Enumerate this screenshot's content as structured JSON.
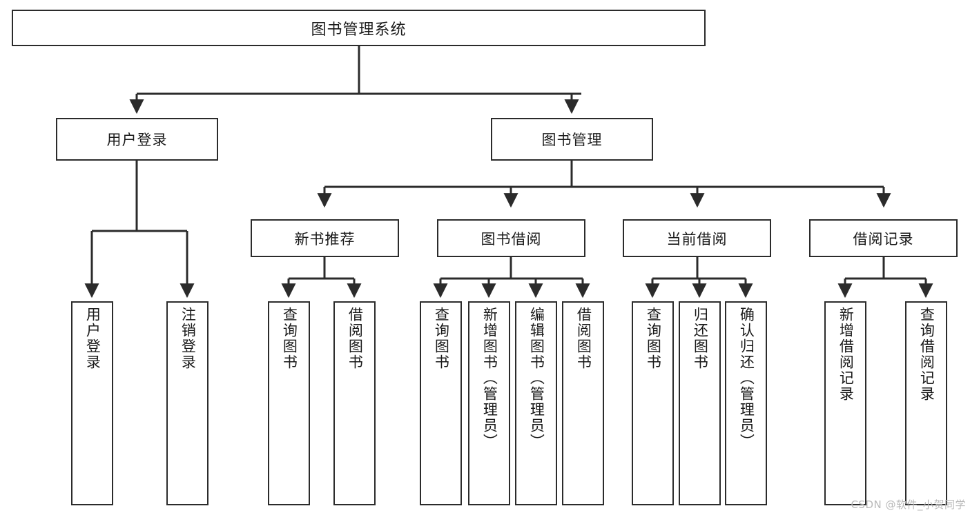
{
  "diagram": {
    "title": "图书管理系统",
    "type": "tree",
    "watermark": "CSDN @软件_小贺同学",
    "colors": {
      "stroke": "#2b2b2b",
      "box_fill": "#ffffff",
      "text": "#1a1a1a",
      "watermark": "#b9b9b9",
      "background": "#ffffff"
    },
    "root": {
      "label": "图书管理系统"
    },
    "level2": [
      {
        "id": "user-login",
        "label": "用户登录"
      },
      {
        "id": "book-manage",
        "label": "图书管理"
      }
    ],
    "level3": [
      {
        "id": "new-book-recommend",
        "label": "新书推荐",
        "parent": "book-manage"
      },
      {
        "id": "book-borrow",
        "label": "图书借阅",
        "parent": "book-manage"
      },
      {
        "id": "current-borrow",
        "label": "当前借阅",
        "parent": "book-manage"
      },
      {
        "id": "borrow-record",
        "label": "借阅记录",
        "parent": "book-manage"
      }
    ],
    "leaves": {
      "user-login": [
        {
          "id": "leaf-user-login",
          "label": "用户登录"
        },
        {
          "id": "leaf-logout",
          "label": "注销登录"
        }
      ],
      "new-book-recommend": [
        {
          "id": "leaf-query-book-1",
          "label": "查询图书"
        },
        {
          "id": "leaf-borrow-book-1",
          "label": "借阅图书"
        }
      ],
      "book-borrow": [
        {
          "id": "leaf-query-book-2",
          "label": "查询图书"
        },
        {
          "id": "leaf-add-book",
          "label": "新增图书（管理员）"
        },
        {
          "id": "leaf-edit-book",
          "label": "编辑图书（管理员）"
        },
        {
          "id": "leaf-borrow-book-2",
          "label": "借阅图书"
        }
      ],
      "current-borrow": [
        {
          "id": "leaf-query-book-3",
          "label": "查询图书"
        },
        {
          "id": "leaf-return-book",
          "label": "归还图书"
        },
        {
          "id": "leaf-confirm-return",
          "label": "确认归还（管理员）"
        }
      ],
      "borrow-record": [
        {
          "id": "leaf-add-record",
          "label": "新增借阅记录"
        },
        {
          "id": "leaf-query-record",
          "label": "查询借阅记录"
        }
      ]
    }
  }
}
